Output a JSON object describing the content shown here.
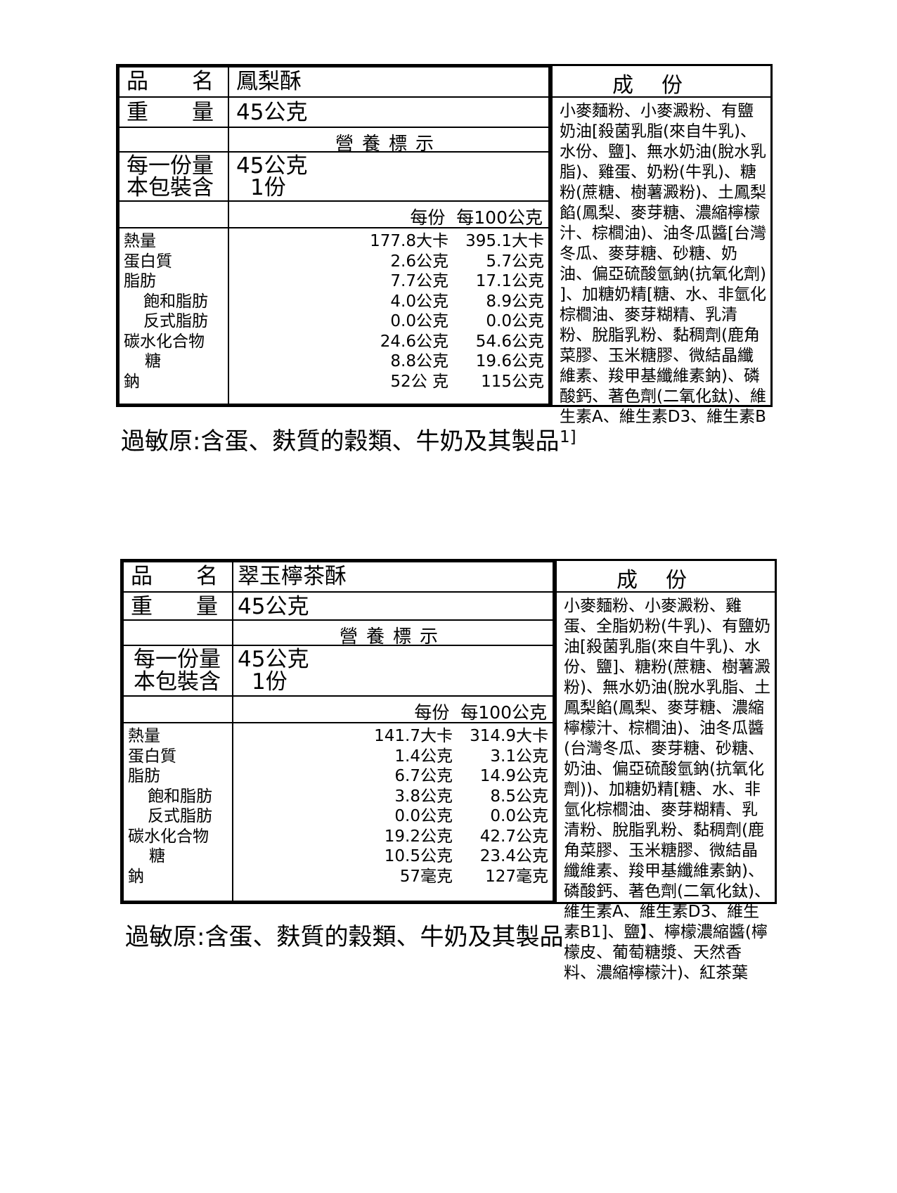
{
  "labels": [
    {
      "field_name_label": "品　　名",
      "product_name": "鳳梨酥",
      "field_weight_label": "重　　量",
      "weight": "45公克",
      "nutrition_title": "營養標示",
      "serving_label": "每一份量",
      "serving_value": "45公克",
      "servings_label": "本包裝含",
      "servings_value": "1份",
      "col_per_serving": "每份",
      "col_per_100g": "每100公克",
      "nutrients": [
        {
          "name": "熱量",
          "per_serving": "177.8大卡",
          "per_100g": "395.1大卡"
        },
        {
          "name": "蛋白質",
          "per_serving": "2.6公克",
          "per_100g": "5.7公克"
        },
        {
          "name": "脂肪",
          "per_serving": "7.7公克",
          "per_100g": "17.1公克"
        },
        {
          "name": "飽和脂肪",
          "per_serving": "4.0公克",
          "per_100g": "8.9公克"
        },
        {
          "name": "反式脂肪",
          "per_serving": "0.0公克",
          "per_100g": "0.0公克"
        },
        {
          "name": "碳水化合物",
          "per_serving": "24.6公克",
          "per_100g": "54.6公克"
        },
        {
          "name": "糖",
          "per_serving": "8.8公克",
          "per_100g": "19.6公克"
        },
        {
          "name": "鈉",
          "per_serving": "52公 克",
          "per_100g": "115公克"
        }
      ],
      "ingredients_title": "成份",
      "ingredients": "小麥麵粉、小麥澱粉、有鹽奶油[殺菌乳脂(來自牛乳)、水份、鹽]、無水奶油(脫水乳脂)、雞蛋、奶粉(牛乳)、糖粉(蔗糖、樹薯澱粉)、土鳳梨餡(鳳梨、麥芽糖、濃縮檸檬汁、棕櫚油)、油冬瓜醬[台灣冬瓜、麥芽糖、砂糖、奶油、偏亞硫酸氫鈉(抗氧化劑) ]、加糖奶精[糖、水、非氫化棕櫚油、麥芽糊精、乳清粉、脫脂乳粉、黏稠劑(鹿角菜膠、玉米糖膠、微結晶纖維素、羧甲基纖維素鈉)、磷酸鈣、著色劑(二氧化鈦)、維生素A、維生素D3、維生素B1]",
      "allergen": "過敏原:含蛋、麩質的穀類、牛奶及其製品"
    },
    {
      "field_name_label": "品　　名",
      "product_name": "翠玉檸茶酥",
      "field_weight_label": "重　　量",
      "weight": "45公克",
      "nutrition_title": "營養標示",
      "serving_label": "每一份量",
      "serving_value": "45公克",
      "servings_label": "本包裝含",
      "servings_value": "1份",
      "col_per_serving": "每份",
      "col_per_100g": "每100公克",
      "nutrients": [
        {
          "name": "熱量",
          "per_serving": "141.7大卡",
          "per_100g": "314.9大卡"
        },
        {
          "name": "蛋白質",
          "per_serving": "1.4公克",
          "per_100g": "3.1公克"
        },
        {
          "name": "脂肪",
          "per_serving": "6.7公克",
          "per_100g": "14.9公克"
        },
        {
          "name": "飽和脂肪",
          "per_serving": "3.8公克",
          "per_100g": "8.5公克"
        },
        {
          "name": "反式脂肪",
          "per_serving": "0.0公克",
          "per_100g": "0.0公克"
        },
        {
          "name": "碳水化合物",
          "per_serving": "19.2公克",
          "per_100g": "42.7公克"
        },
        {
          "name": "糖",
          "per_serving": "10.5公克",
          "per_100g": "23.4公克"
        },
        {
          "name": "鈉",
          "per_serving": "57毫克",
          "per_100g": "127毫克"
        }
      ],
      "ingredients_title": "成份",
      "ingredients": "小麥麵粉、小麥澱粉、雞蛋、全脂奶粉(牛乳)、有鹽奶油[殺菌乳脂(來自牛乳)、水份、鹽]、糖粉(蔗糖、樹薯澱粉)、無水奶油(脫水乳脂、土鳳梨餡(鳳梨、麥芽糖、濃縮檸檬汁、棕櫚油)、油冬瓜醬(台灣冬瓜、麥芽糖、砂糖、奶油、偏亞硫酸氫鈉(抗氧化劑))、加糖奶精[糖、水、非氫化棕櫚油、麥芽糊精、乳清粉、脫脂乳粉、黏稠劑(鹿角菜膠、玉米糖膠、微結晶纖維素、羧甲基纖維素鈉)、磷酸鈣、著色劑(二氧化鈦)、維生素A、維生素D3、維生素B1]、鹽】、檸檬濃縮醬(檸檬皮、葡萄糖漿、天然香料、濃縮檸檬汁)、紅茶葉",
      "allergen": "過敏原:含蛋、麩質的穀類、牛奶及其製品"
    }
  ]
}
